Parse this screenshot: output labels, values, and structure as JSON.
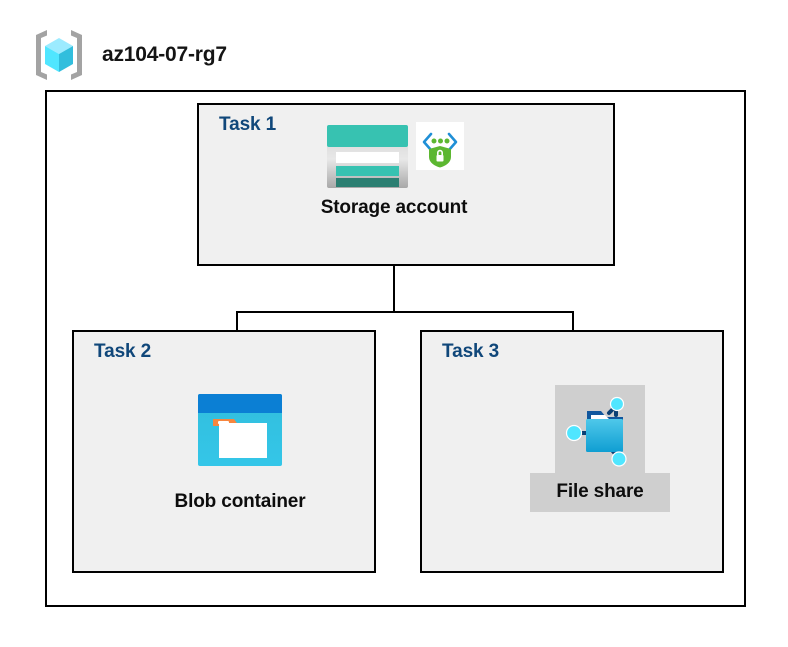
{
  "header": {
    "icon": "resource-group-icon",
    "title": "az104-07-rg7"
  },
  "diagram": {
    "type": "hierarchy",
    "root_container": "az104-07-rg7",
    "panels": [
      {
        "id": "task1",
        "label": "Task 1",
        "node": {
          "caption": "Storage account",
          "icons": [
            "storage-account-icon",
            "private-endpoint-secure-icon"
          ],
          "highlighted": false
        }
      },
      {
        "id": "task2",
        "label": "Task 2",
        "node": {
          "caption": "Blob container",
          "icons": [
            "blob-container-icon"
          ],
          "highlighted": false
        }
      },
      {
        "id": "task3",
        "label": "Task 3",
        "node": {
          "caption": "File share",
          "icons": [
            "file-share-icon"
          ],
          "highlighted": true
        }
      }
    ],
    "connections": [
      {
        "from": "Storage account",
        "to": "Blob container"
      },
      {
        "from": "Storage account",
        "to": "File share"
      }
    ]
  },
  "colors": {
    "task_label": "#10477a",
    "panel_background": "#f0f0f0",
    "canvas_background": "#ffffff",
    "border": "#000000",
    "highlight": "#cfcfcf",
    "storage_teal": "#37c2b1",
    "storage_teal_dark": "#2b7f72",
    "blob_blue": "#0078d4",
    "blob_cyan": "#32bedd",
    "blob_orange": "#f7863e",
    "fileshare_blue": "#32bedd",
    "shield_green": "#5cb731",
    "rg_cube_cyan": "#50e6ff"
  }
}
